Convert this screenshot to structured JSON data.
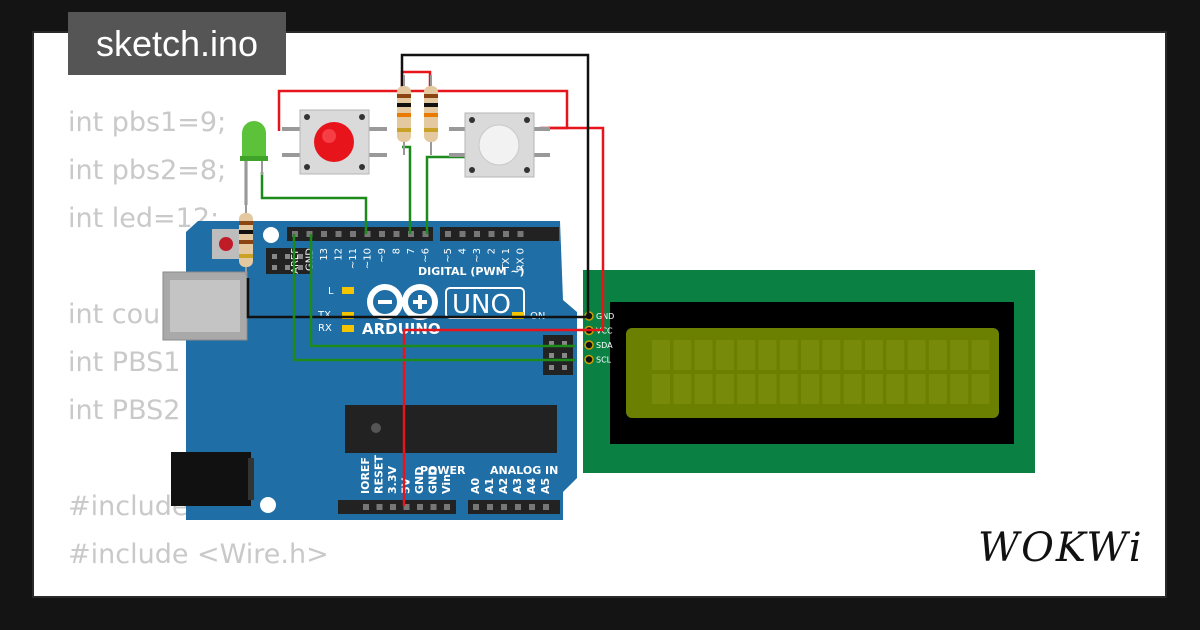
{
  "tab": {
    "filename": "sketch.ino"
  },
  "code_lines": [
    "int pbs1=9;",
    "int pbs2=8;",
    "int led=12;",
    "",
    "int count",
    "int PBS1",
    "int PBS2",
    "",
    "#include",
    "#include <Wire.h>"
  ],
  "arduino": {
    "model_label": "UNO",
    "brand_label": "ARDUINO",
    "digital_header_label": "DIGITAL (PWM ~)",
    "power_label": "POWER",
    "analog_label": "ANALOG IN",
    "led_l_label": "L",
    "tx_label": "TX",
    "rx_label": "RX",
    "on_label": "ON",
    "digital_pins": [
      "AREF",
      "GND",
      "13",
      "12",
      "~11",
      "~10",
      "~9",
      "8",
      "7",
      "~6",
      "~5",
      "4",
      "~3",
      "2",
      "TX 1",
      "RX 0"
    ],
    "power_pins": [
      "IOREF",
      "RESET",
      "3.3V",
      "5V",
      "GND",
      "GND",
      "Vin"
    ],
    "analog_pins": [
      "A0",
      "A1",
      "A2",
      "A3",
      "A4",
      "A5"
    ]
  },
  "lcd": {
    "pins": [
      "GND",
      "VCC",
      "SDA",
      "SCL"
    ]
  },
  "logo": {
    "text": "WOKWi"
  },
  "colors": {
    "board_blue": "#1f6fa6",
    "lcd_pcb": "#0a8043",
    "lcd_screen": "#6b7f00",
    "wire_red": "#e8141c",
    "wire_black": "#111111",
    "wire_green": "#1c8b1c"
  }
}
